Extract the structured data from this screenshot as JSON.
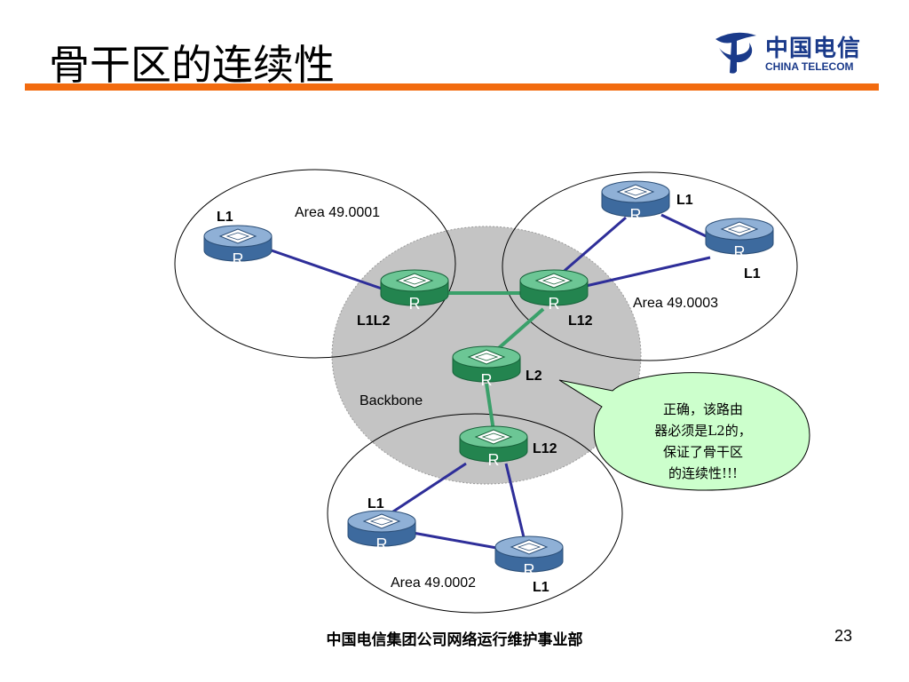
{
  "slide": {
    "title": "骨干区的连续性",
    "footer": "中国电信集团公司网络运行维护事业部",
    "page_number": "23"
  },
  "logo": {
    "name_cn": "中国电信",
    "name_en": "CHINA TELECOM",
    "icon": "china-telecom-logo-icon"
  },
  "diagram": {
    "areas": {
      "area1": "Area 49.0001",
      "area2": "Area 49.0002",
      "area3": "Area 49.0003",
      "backbone": "Backbone"
    },
    "router_symbol": "R",
    "router_labels": {
      "r_area1": "L1",
      "r_l1l2_left": "L1L2",
      "r_l12_right": "L12",
      "r_l2_center": "L2",
      "r_l12_bottom": "L12",
      "r_area3_top": "L1",
      "r_area3_right": "L1",
      "r_area2_left": "L1",
      "r_area2_right": "L1"
    },
    "callout": {
      "lines": [
        "正确，该路由",
        "器必须是L2的，",
        "保证了骨干区",
        "的连续性!!!"
      ]
    },
    "colors": {
      "l1_router": "#5b86b8",
      "backbone_router": "#2e9a62",
      "l1_link": "#2e2e99",
      "backbone_link": "#3aa06a",
      "backbone_fill": "#c4c4c4",
      "callout_fill": "#ccffcc",
      "accent_bar": "#f26b0f"
    }
  }
}
